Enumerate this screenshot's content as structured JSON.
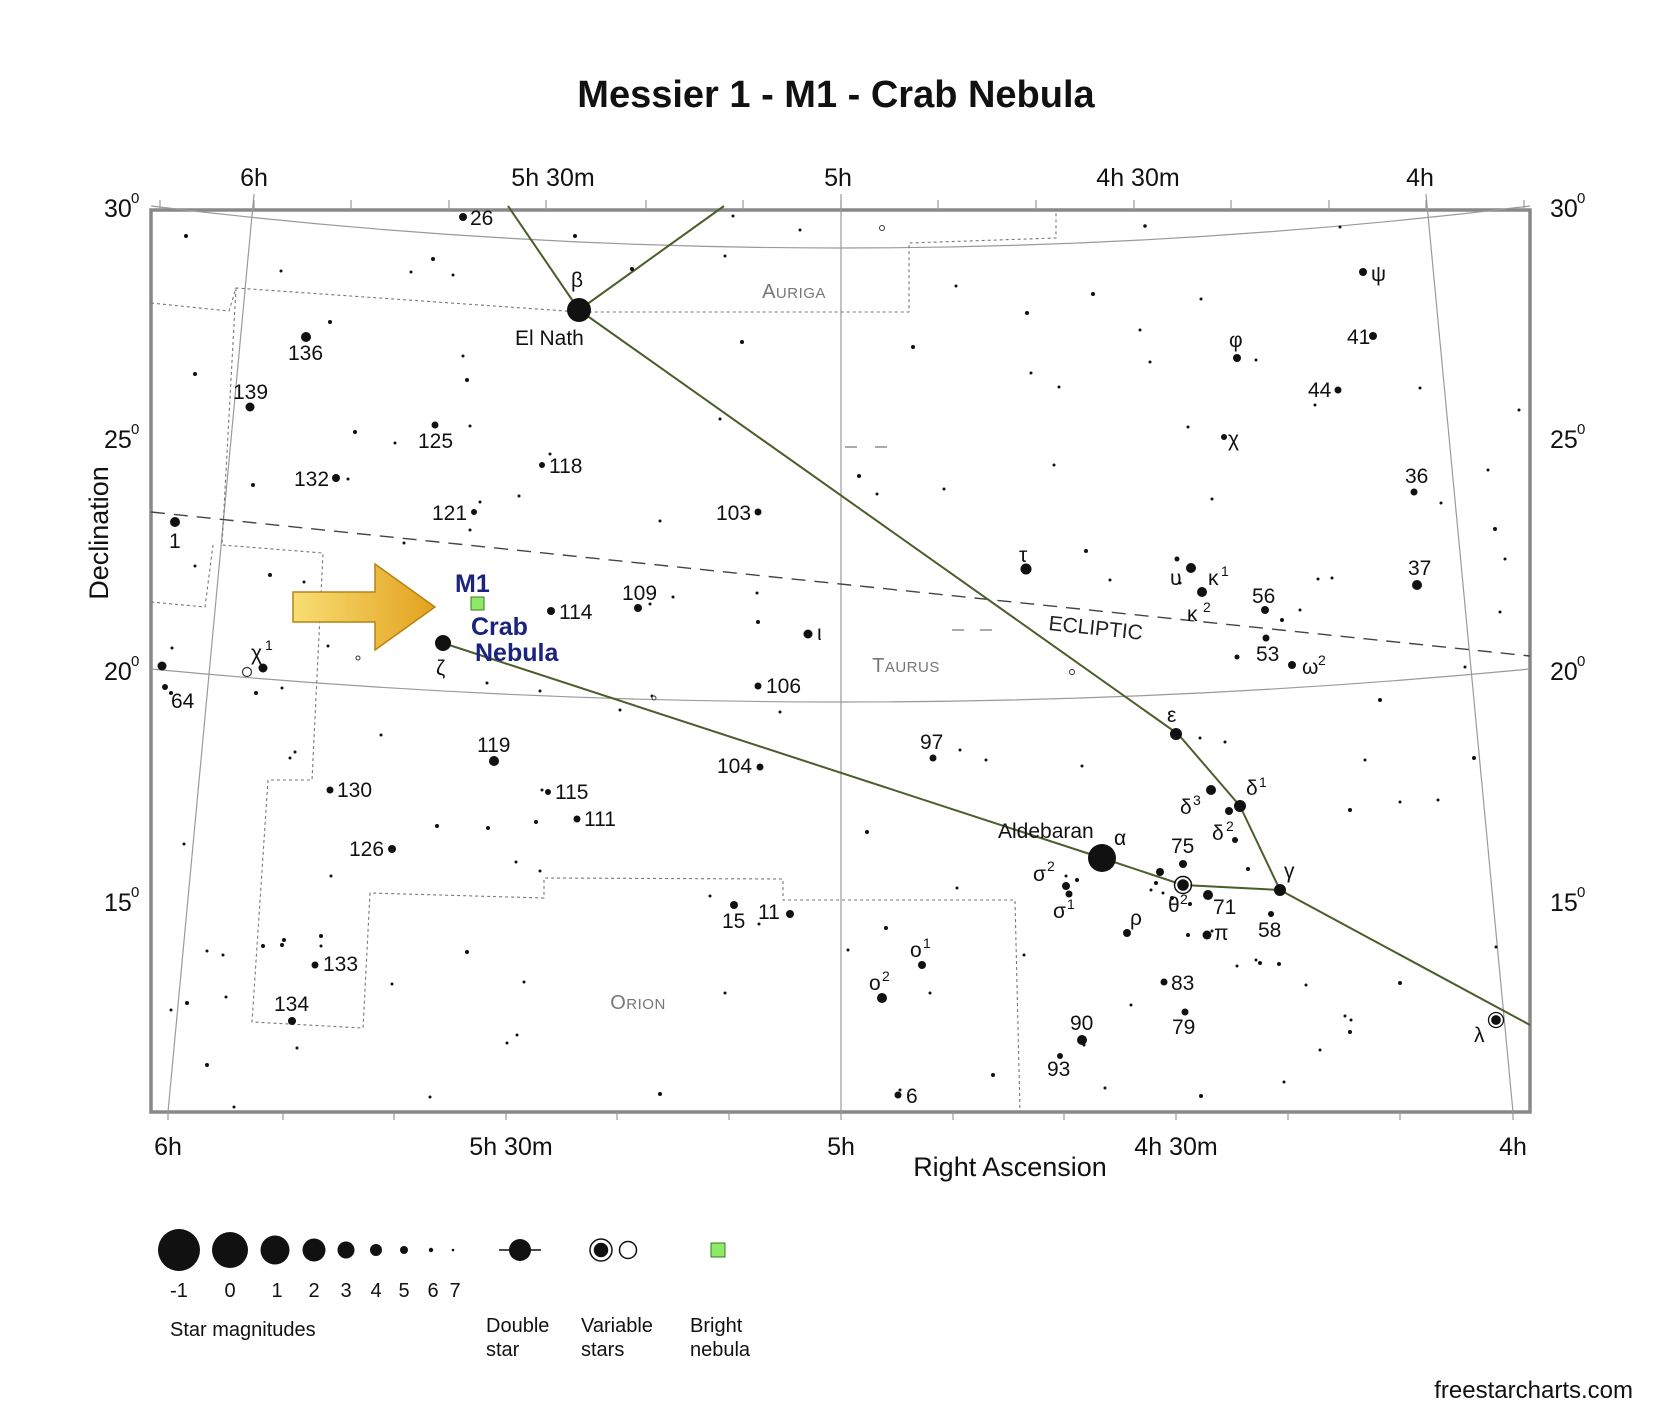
{
  "title": "Messier 1 - M1 - Crab Nebula",
  "axes": {
    "ra_top": [
      "6h",
      "5h 30m",
      "5h",
      "4h 30m",
      "4h"
    ],
    "ra_bottom": [
      "6h",
      "5h 30m",
      "5h",
      "4h 30m",
      "4h"
    ],
    "dec_left": [
      "30",
      "25",
      "20",
      "15"
    ],
    "dec_right": [
      "30",
      "25",
      "20",
      "15"
    ],
    "degree_mark": "0",
    "xlabel": "Right Ascension",
    "ylabel": "Declination"
  },
  "target": {
    "code": "M1",
    "name_line1": "Crab",
    "name_line2": "Nebula",
    "marker_color": "#8ee86a",
    "label_color": "#1a237e"
  },
  "constellations": [
    "Auriga",
    "Taurus",
    "Orion"
  ],
  "ecliptic_label": "ECLIPTIC",
  "named_stars": [
    {
      "label": "El Nath"
    },
    {
      "label": "Aldebaran"
    }
  ],
  "star_labels": [
    "26",
    "136",
    "139",
    "125",
    "132",
    "118",
    "121",
    "103",
    "1",
    "109",
    "114",
    "64",
    "106",
    "119",
    "97",
    "104",
    "130",
    "115",
    "111",
    "126",
    "15",
    "11",
    "133",
    "134",
    "6",
    "90",
    "93",
    "83",
    "79",
    "75",
    "71",
    "58",
    "56",
    "53",
    "37",
    "36",
    "44",
    "41"
  ],
  "greek_labels": [
    "β",
    "ζ",
    "ι",
    "χ",
    "τ",
    "υ",
    "κ",
    "ε",
    "δ",
    "α",
    "σ",
    "θ",
    "ρ",
    "π",
    "γ",
    "λ",
    "ο",
    "ω",
    "φ",
    "ψ"
  ],
  "legend": {
    "magnitudes": [
      "-1",
      "0",
      "1",
      "2",
      "3",
      "4",
      "5",
      "6",
      "7"
    ],
    "magnitudes_caption": "Star magnitudes",
    "double_line1": "Double",
    "double_line2": "star",
    "variable_line1": "Variable",
    "variable_line2": "stars",
    "nebula_line1": "Bright",
    "nebula_line2": "nebula"
  },
  "credit": "freestarcharts.com",
  "colors": {
    "figure_line": "#4a5e2a",
    "arrow_light": "#f7dc6f",
    "arrow_dark": "#e0a020",
    "grid": "#9a9a9a",
    "frame": "#888888"
  }
}
